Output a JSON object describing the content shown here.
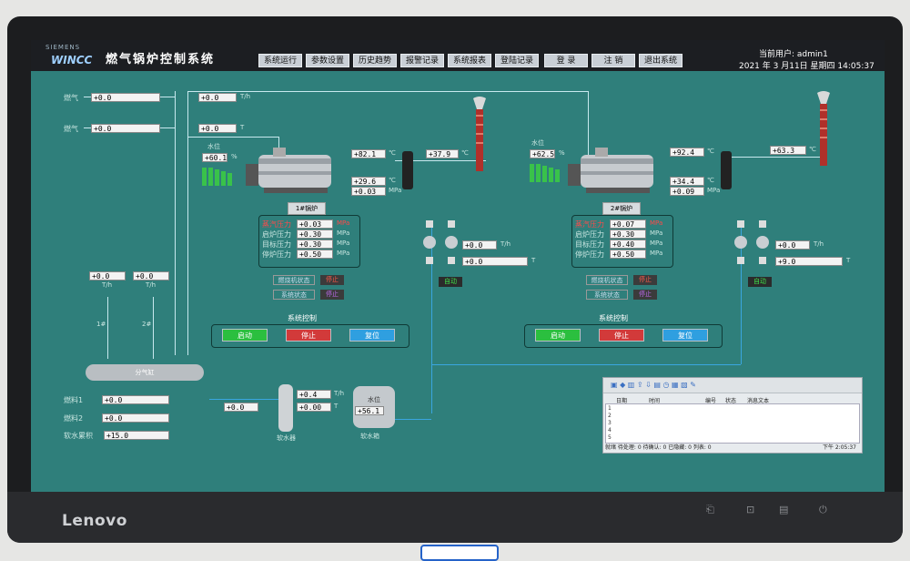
{
  "monitor": {
    "brand": "Lenovo"
  },
  "app": {
    "logo_small": "SIEMENS",
    "logo": "WINCC",
    "title": "燃气锅炉控制系统",
    "user_label": "当前用户: admin1",
    "datetime": "2021 年 3 月11日  星期四 14:05:37"
  },
  "menu": [
    "系统运行",
    "参数设置",
    "历史趋势",
    "报警记录",
    "系统报表",
    "登陆记录",
    "登  录",
    "注  销",
    "退出系统"
  ],
  "left": {
    "gas1_label": "燃气",
    "gas1": "+0.0",
    "gas2_label": "燃气",
    "gas2": "+0.0",
    "flow_top1": "+0.0",
    "flow_top2": "+0.0",
    "unit_th": "T/h",
    "unit_t": "T",
    "unit_pct": "%",
    "unit_c": "℃",
    "unit_mpa": "MPa",
    "level_label": "水位",
    "level": "+60.1",
    "pipe1": "1#",
    "pipe2": "2#",
    "flow_a": "+0.0",
    "flow_b": "+0.0",
    "cylinder_label": "分气缸",
    "bottom1_label": "燃料1",
    "bottom1": "+0.0",
    "bottom2_label": "燃料2",
    "bottom2": "+0.0",
    "bottom3_label": "软水累积",
    "bottom3": "+15.0"
  },
  "boiler1": {
    "name": "1#锅炉",
    "temp_out": "+82.1",
    "temp_exhaust": "+37.9",
    "val2": "+29.6",
    "val3": "+0.03",
    "params": [
      {
        "label": "蒸汽压力",
        "value": "+0.03",
        "unit": "MPa"
      },
      {
        "label": "启炉压力",
        "value": "+0.30",
        "unit": "MPa"
      },
      {
        "label": "目标压力",
        "value": "+0.30",
        "unit": "MPa"
      },
      {
        "label": "停炉压力",
        "value": "+0.50",
        "unit": "MPa"
      }
    ],
    "burner_label": "燃烧机状态",
    "burner_state": "停止",
    "sys_label": "系统状态",
    "sys_state": "停止",
    "pump_flow": "+0.0",
    "pump_total": "+0.0",
    "mode": "自动",
    "control_title": "系统控制",
    "btn_start": "启动",
    "btn_stop": "停止",
    "btn_reset": "复位"
  },
  "boiler2": {
    "name": "2#锅炉",
    "level_label": "水位",
    "level": "+62.5",
    "temp_out": "+92.4",
    "temp_exhaust": "+63.3",
    "val2": "+34.4",
    "val3": "+0.09",
    "params": [
      {
        "label": "蒸汽压力",
        "value": "+0.07",
        "unit": "MPa"
      },
      {
        "label": "启炉压力",
        "value": "+0.30",
        "unit": "MPa"
      },
      {
        "label": "目标压力",
        "value": "+0.40",
        "unit": "MPa"
      },
      {
        "label": "停炉压力",
        "value": "+0.50",
        "unit": "MPa"
      }
    ],
    "burner_label": "燃烧机状态",
    "burner_state": "停止",
    "sys_label": "系统状态",
    "sys_state": "停止",
    "pump_flow": "+0.0",
    "pump_total": "+9.0",
    "mode": "自动",
    "control_title": "系统控制",
    "btn_start": "启动",
    "btn_stop": "停止",
    "btn_reset": "复位"
  },
  "water": {
    "softener_label": "软水器",
    "tank_label": "软水箱",
    "level_label": "水位",
    "feed": "+0.0",
    "flow": "+0.4",
    "total": "+0.00",
    "tank_level": "+56.1"
  },
  "alarm": {
    "cols": [
      "日期",
      "时间",
      "编号",
      "状态",
      "消息文本"
    ],
    "rows": [
      "1",
      "2",
      "3",
      "4",
      "5"
    ],
    "status": "就绪     待处理: 0   待确认: 0   已隐藏: 0   列表: 0",
    "time": "下午 2:05:37"
  },
  "colors": {
    "screen": "#2f7f7b",
    "start": "#2bbf3f",
    "stop": "#d23a3a",
    "reset": "#2f9fe0",
    "alarm_red": "#c0392b"
  }
}
